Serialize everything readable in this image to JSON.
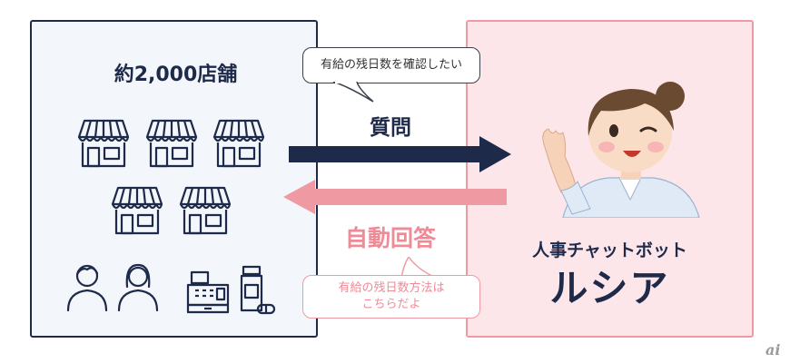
{
  "stores": {
    "title": "約2,000店舗"
  },
  "question_bubble": {
    "text": "有給の残日数を確認したい"
  },
  "question_label": "質問",
  "answer_label": "自動回答",
  "answer_bubble": {
    "line1": "有給の残日数方法は",
    "line2": "こちらだよ"
  },
  "chatbot": {
    "subtitle": "人事チャットボット",
    "name": "ルシア"
  },
  "watermark": "ai",
  "colors": {
    "navy": "#1e2a4a",
    "pink": "#ef8a96",
    "pink_border": "#ef9aa3",
    "pink_panel": "#fde6ea",
    "left_panel": "#f3f6fa"
  }
}
